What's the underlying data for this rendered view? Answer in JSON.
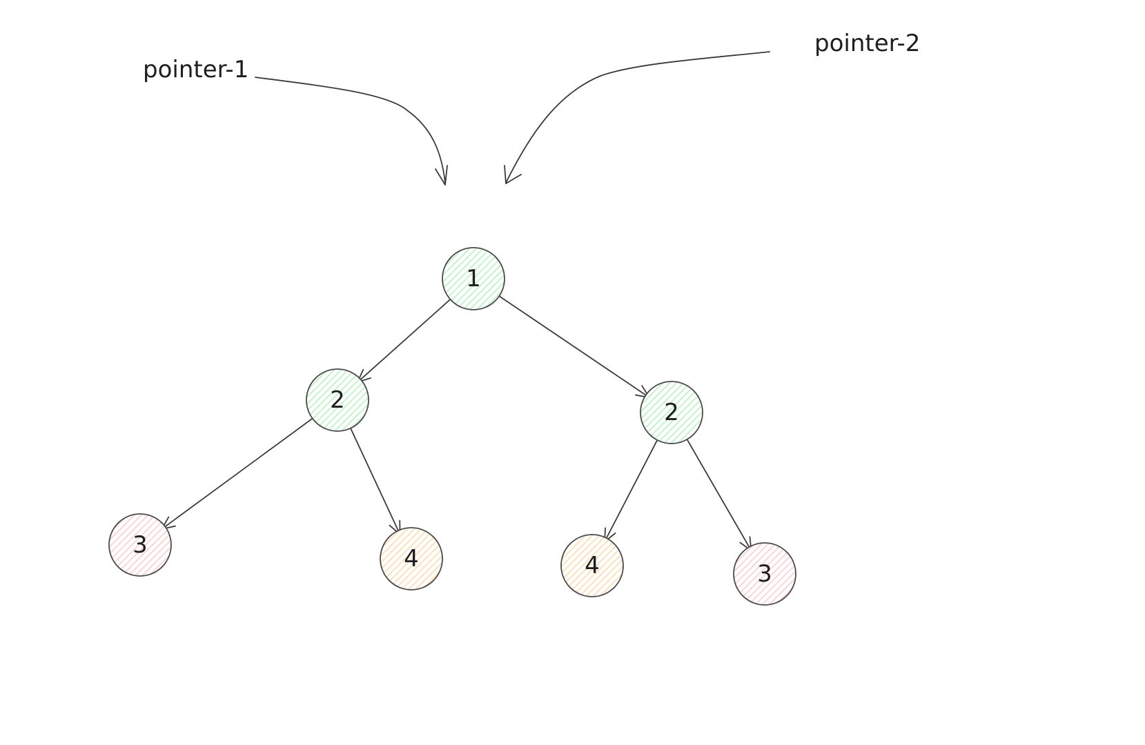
{
  "colors": {
    "green": "#b2f2bb",
    "red": "#ffc9c9",
    "orange": "#ffd8a8",
    "stroke": "#3a3a3a"
  },
  "pointers": [
    {
      "id": "pointer-1",
      "label": "pointer-1"
    },
    {
      "id": "pointer-2",
      "label": "pointer-2"
    }
  ],
  "tree": {
    "nodes": [
      {
        "id": "n1",
        "value": "1",
        "color": "green"
      },
      {
        "id": "n2l",
        "value": "2",
        "color": "green"
      },
      {
        "id": "n2r",
        "value": "2",
        "color": "green"
      },
      {
        "id": "n3l",
        "value": "3",
        "color": "red"
      },
      {
        "id": "n4l",
        "value": "4",
        "color": "orange"
      },
      {
        "id": "n4r",
        "value": "4",
        "color": "orange"
      },
      {
        "id": "n3r",
        "value": "3",
        "color": "red"
      }
    ],
    "edges": [
      {
        "from": "n1",
        "to": "n2l"
      },
      {
        "from": "n1",
        "to": "n2r"
      },
      {
        "from": "n2l",
        "to": "n3l"
      },
      {
        "from": "n2l",
        "to": "n4l"
      },
      {
        "from": "n2r",
        "to": "n4r"
      },
      {
        "from": "n2r",
        "to": "n3r"
      }
    ]
  }
}
